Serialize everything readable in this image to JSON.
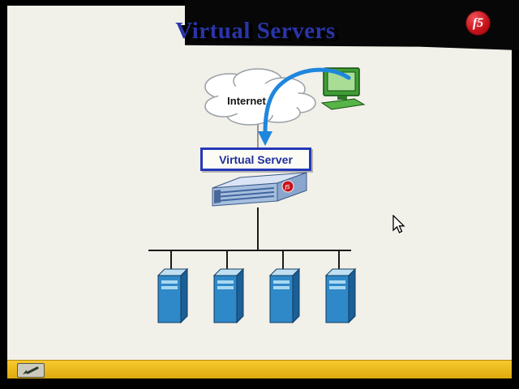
{
  "brand": {
    "logo_text": "f5"
  },
  "slide": {
    "title": "Virtual Servers"
  },
  "diagram": {
    "internet_label": "Internet",
    "virtual_server_label": "Virtual Server",
    "appliance_logo_text": "f5",
    "server_count": 4,
    "icons": {
      "cloud": "internet-cloud-icon",
      "client": "client-computer-icon",
      "flow": "traffic-flow-arrow-icon",
      "appliance": "load-balancer-appliance-icon",
      "server": "server-tower-icon"
    }
  },
  "toolbar": {
    "tool_icon": "pen-icon"
  },
  "pointer": {
    "icon": "mouse-cursor-icon"
  },
  "colors": {
    "title_blue": "#2a35a8",
    "box_border_blue": "#2438b8",
    "arrow_blue": "#1f86de",
    "server_front_blue": "#2f88c8",
    "server_side_blue": "#1c5f96",
    "server_top_blue": "#bfe0f2",
    "computer_green": "#3f9e35",
    "logo_red": "#c8121b",
    "bottom_bar_yellow": "#edbb1a",
    "slide_background": "#f1f0e9",
    "band_black": "#070707"
  }
}
